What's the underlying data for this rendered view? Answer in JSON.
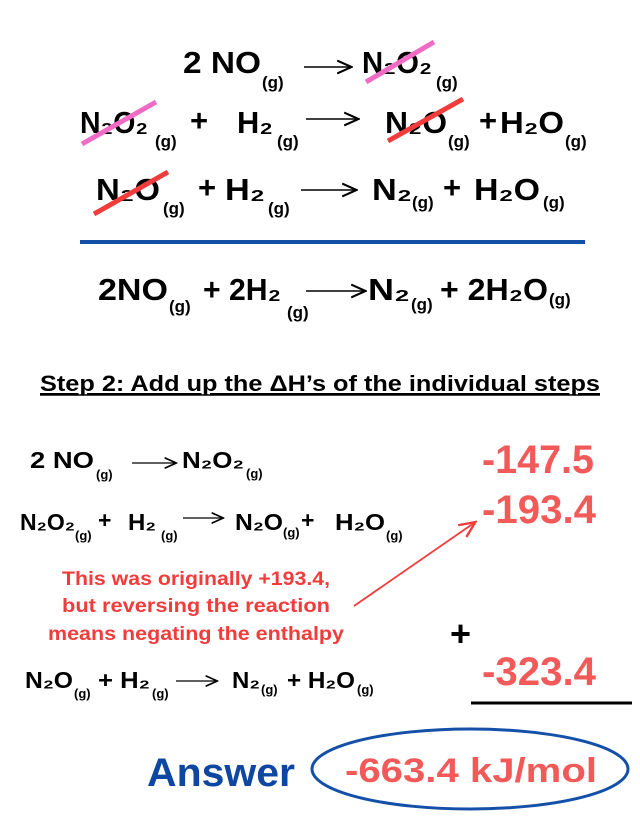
{
  "top_equations": [
    [
      "2 NO",
      "(g)",
      "N₂O₂",
      "(g)"
    ],
    [
      "N₂O₂",
      "(g)",
      "+",
      "H₂",
      "(g)",
      "N₂O",
      "(g)",
      "+",
      "H₂O",
      "(g)"
    ],
    [
      "N₂O",
      "(g)",
      "+",
      "H₂",
      "(g)",
      "N₂",
      "(g)",
      "+",
      "H₂O",
      "(g)"
    ]
  ],
  "net_equation": [
    "2NO",
    "(g)",
    "+ 2H₂",
    "(g)",
    "N₂",
    "(g)",
    "+ 2H₂O",
    "(g)"
  ],
  "step2_heading": "Step 2: Add up the ΔH’s of the individual steps",
  "step_equations": [
    [
      "2 NO",
      "(g)",
      "N₂O₂",
      "(g)"
    ],
    [
      "N₂O₂",
      "(g)",
      "+",
      "H₂",
      "(g)",
      "N₂O",
      "(g)",
      "+",
      "H₂O",
      "(g)"
    ],
    [
      "N₂O",
      "(g)",
      "+ H₂",
      "(g)",
      "N₂",
      "(g)",
      "+ H₂O",
      "(g)"
    ]
  ],
  "enthalpies": [
    "-147.5",
    "-193.4",
    "-323.4"
  ],
  "plus_sign": "+",
  "note_lines": [
    "This was originally +193.4,",
    "but reversing the reaction",
    "means negating the enthalpy"
  ],
  "answer_label": "Answer",
  "answer_value": "-663.4 kJ/mol",
  "colors": {
    "pink_strike": "#f06cc4",
    "red_strike": "#f23c3c",
    "blue": "#1450a8",
    "red_text": "#f25a5a"
  }
}
